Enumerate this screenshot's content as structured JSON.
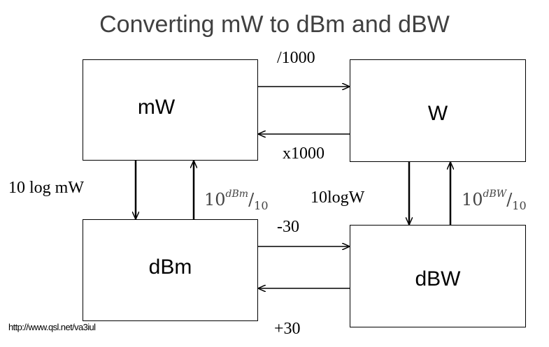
{
  "title": "Converting mW to dBm and dBW",
  "boxes": {
    "mw": "mW",
    "w": "W",
    "dbm": "dBm",
    "dbw": "dBW"
  },
  "labels": {
    "div1000": "/1000",
    "x1000": "x1000",
    "ten_log_mw": "10 log mW",
    "ten_log_w": "10logW",
    "minus30": "-30",
    "plus30": "+30"
  },
  "formulas": {
    "dbm_to_mw": {
      "base": "10",
      "exponent": "dBm",
      "divisor": "10"
    },
    "dbw_to_w": {
      "base": "10",
      "exponent": "dBW",
      "divisor": "10"
    }
  },
  "source_url": "http://www.qsl.net/va3iul"
}
